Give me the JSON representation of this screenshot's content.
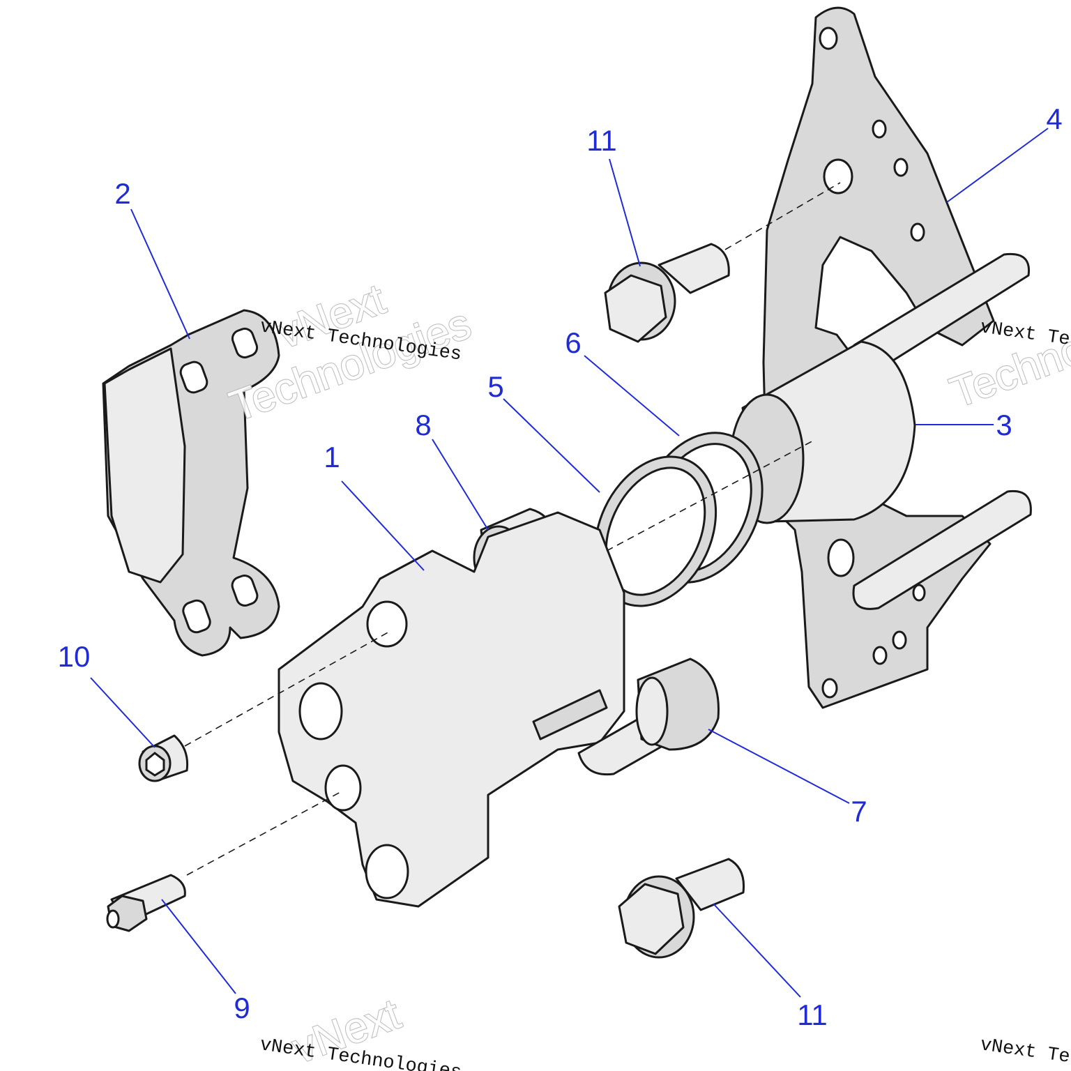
{
  "callouts": {
    "c1": "1",
    "c2": "2",
    "c3": "3",
    "c4": "4",
    "c5": "5",
    "c6": "6",
    "c7": "7",
    "c8": "8",
    "c9": "9",
    "c10": "10",
    "c11a": "11",
    "c11b": "11"
  },
  "watermark": {
    "small": "vNext Technologies",
    "small_partial": "vNext Te",
    "big_line1": "vNext",
    "big_line2": "Technologies"
  },
  "colors": {
    "callout": "#1f2bd8",
    "line": "#1a1a1a",
    "part_fill": "#d9d9d9"
  }
}
